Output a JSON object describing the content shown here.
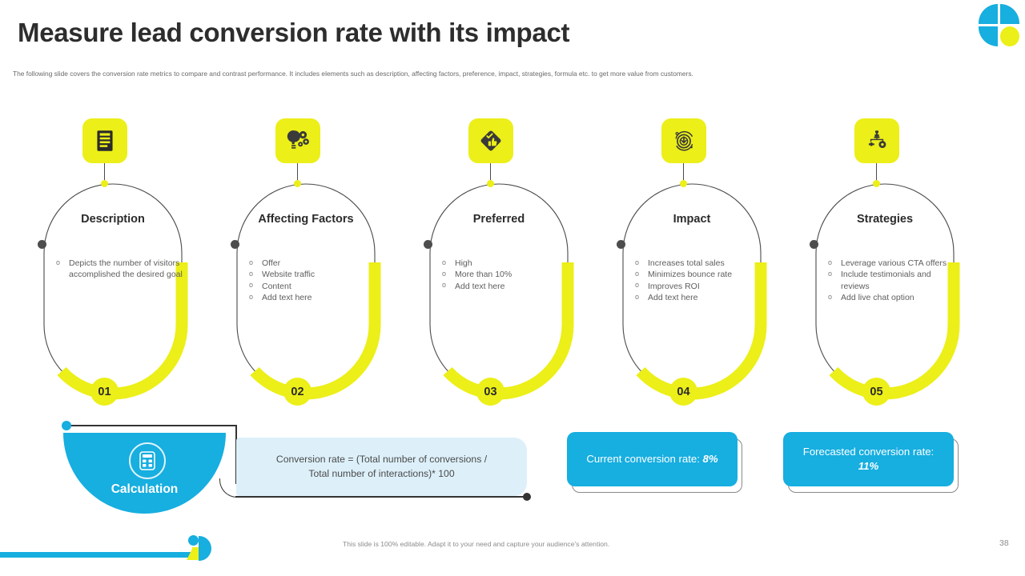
{
  "header": {
    "title": "Measure lead conversion rate with its impact",
    "subtitle": "The following slide covers the conversion rate metrics to compare and contrast performance. It includes elements such as description, affecting factors, preference, impact, strategies, formula etc. to get more value from customers.",
    "logo_icon": "brand-quadrant-logo"
  },
  "colors": {
    "accent_yellow": "#ECEF18",
    "accent_blue": "#17AEE0",
    "light_blue": "#DDF0FA",
    "text_dark": "#2B2B2B",
    "text_muted": "#5E5E5E"
  },
  "cards": [
    {
      "number": "01",
      "title": "Description",
      "icon": "document-list-icon",
      "items": [
        "Depicts the number of visitors accomplished the desired goal"
      ]
    },
    {
      "number": "02",
      "title": "Affecting Factors",
      "icon": "lightbulb-gears-icon",
      "items": [
        "Offer",
        "Website traffic",
        "Content",
        "Add text here"
      ]
    },
    {
      "number": "03",
      "title": "Preferred",
      "icon": "thumbs-up-diamond-icon",
      "items": [
        "High",
        "More than 10%",
        "Add text here"
      ]
    },
    {
      "number": "04",
      "title": "Impact",
      "icon": "target-orbit-icon",
      "items": [
        "Increases total sales",
        "Minimizes bounce rate",
        "Improves ROI",
        "Add text here"
      ]
    },
    {
      "number": "05",
      "title": "Strategies",
      "icon": "chess-strategy-icon",
      "items": [
        "Leverage various CTA offers",
        "Include testimonials and reviews",
        "Add live chat option"
      ]
    }
  ],
  "calculation": {
    "label": "Calculation",
    "icon": "calculator-icon",
    "formula_line1": "Conversion rate = (Total number of conversions /",
    "formula_line2": "Total number of interactions)* 100"
  },
  "rates": {
    "current_label": "Current conversion rate: ",
    "current_value": "8%",
    "forecast_label": "Forecasted conversion rate: ",
    "forecast_value": "11%"
  },
  "footer": {
    "note": "This slide is 100% editable. Adapt it to your need and capture your audience's attention.",
    "page_number": "38",
    "logo_icon": "footer-person-logo"
  }
}
